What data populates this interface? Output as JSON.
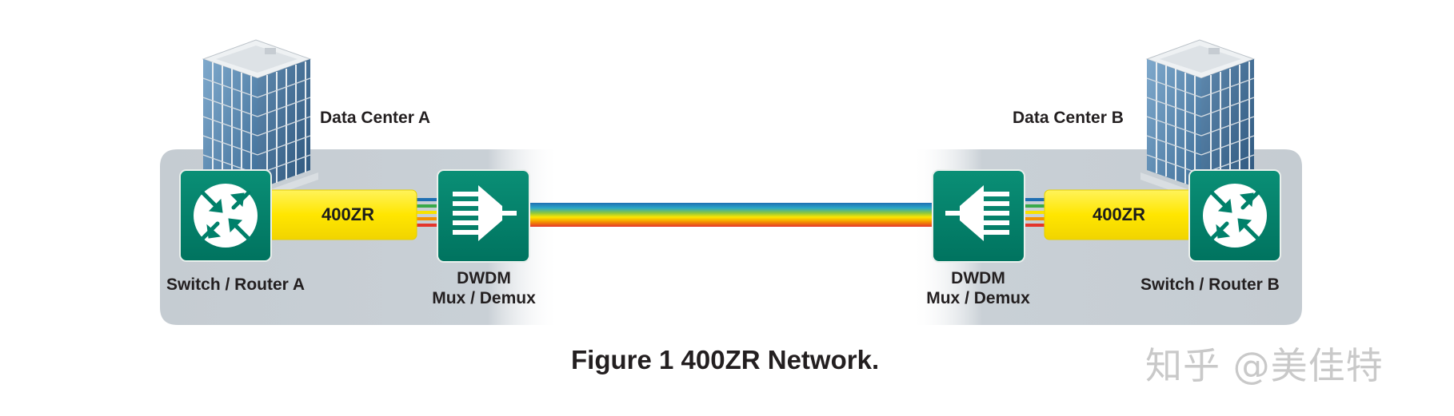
{
  "figure": {
    "caption": "Figure 1  400ZR Network.",
    "watermark": "知乎 @美佳特"
  },
  "site_a": {
    "data_center_label": "Data Center A",
    "router_label": "Switch / Router A",
    "module_label": "400ZR",
    "mux_label_line1": "DWDM",
    "mux_label_line2": "Mux / Demux"
  },
  "site_b": {
    "data_center_label": "Data Center B",
    "router_label": "Switch / Router B",
    "module_label": "400ZR",
    "mux_label_line1": "DWDM",
    "mux_label_line2": "Mux / Demux"
  },
  "colors": {
    "device_green": "#00806a",
    "module_yellow": "#ffe600",
    "panel_gray": "#c5ccd2",
    "fiber": [
      "#1f6fb2",
      "#39a94a",
      "#f7e200",
      "#f39200",
      "#e4352b"
    ]
  },
  "icons": {
    "router": "router-icon",
    "mux": "mux-icon",
    "demux": "demux-icon",
    "building": "office-building-icon"
  }
}
